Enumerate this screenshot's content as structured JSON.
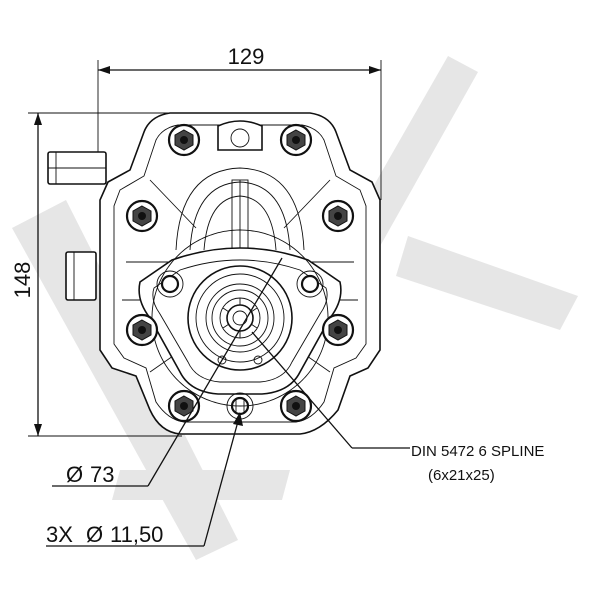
{
  "dimensions": {
    "width": "129",
    "height": "148",
    "bolt_circle": "73",
    "holes": "3X",
    "hole_diameter": "11,50",
    "diameter_symbol": "Ø"
  },
  "spline_note": {
    "line1": "DIN 5472 6 SPLINE",
    "line2": "(6x21x25)"
  },
  "colors": {
    "line": "#111111",
    "watermark": "#e6e6e6",
    "background": "#ffffff"
  }
}
